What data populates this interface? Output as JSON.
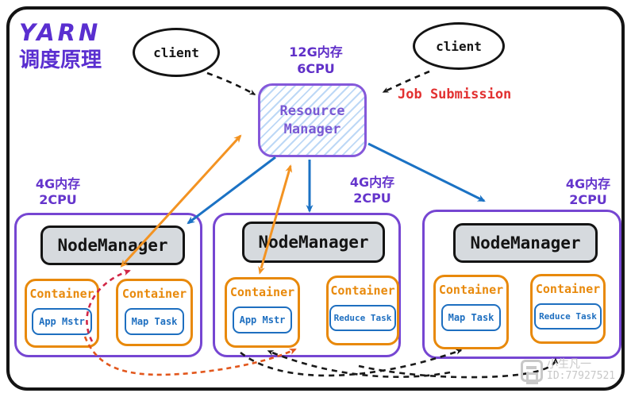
{
  "title": {
    "line1": "YARN",
    "line2": "调度原理"
  },
  "clients": {
    "left": "client",
    "right": "client"
  },
  "resource_manager": {
    "label": "Resource\nManager",
    "resources": "12G内存\n6CPU"
  },
  "job_submission_label": "Job Submission",
  "nodes": [
    {
      "resources": "4G内存\n2CPU",
      "manager": "NodeManager",
      "containers": [
        {
          "label": "Container",
          "task": "App Mstr"
        },
        {
          "label": "Container",
          "task": "Map Task"
        }
      ]
    },
    {
      "resources": "4G内存\n2CPU",
      "manager": "NodeManager",
      "containers": [
        {
          "label": "Container",
          "task": "App Mstr"
        },
        {
          "label": "Container",
          "task": "Reduce Task"
        }
      ]
    },
    {
      "resources": "4G内存\n2CPU",
      "manager": "NodeManager",
      "containers": [
        {
          "label": "Container",
          "task": "Map Task"
        },
        {
          "label": "Container",
          "task": "Reduce Task"
        }
      ]
    }
  ],
  "watermark": {
    "name": "小生凡一",
    "id": "ID:77927521"
  },
  "colors": {
    "purple_border": "#7646d2",
    "purple_text": "#6030c8",
    "rm_text": "#7a5ad4",
    "rm_hatch": "#bdd8f6",
    "blue_arrow": "#1b72c4",
    "orange": "#e8890b",
    "orange_arrow": "#f39322",
    "task_blue": "#1e6fc0",
    "crimson_dash": "#d12746",
    "redorange_dash": "#e2571d",
    "job_red": "#e23030",
    "nm_gray": "#d6dade",
    "black": "#141414",
    "watermark_gray": "#c8c8c8"
  }
}
